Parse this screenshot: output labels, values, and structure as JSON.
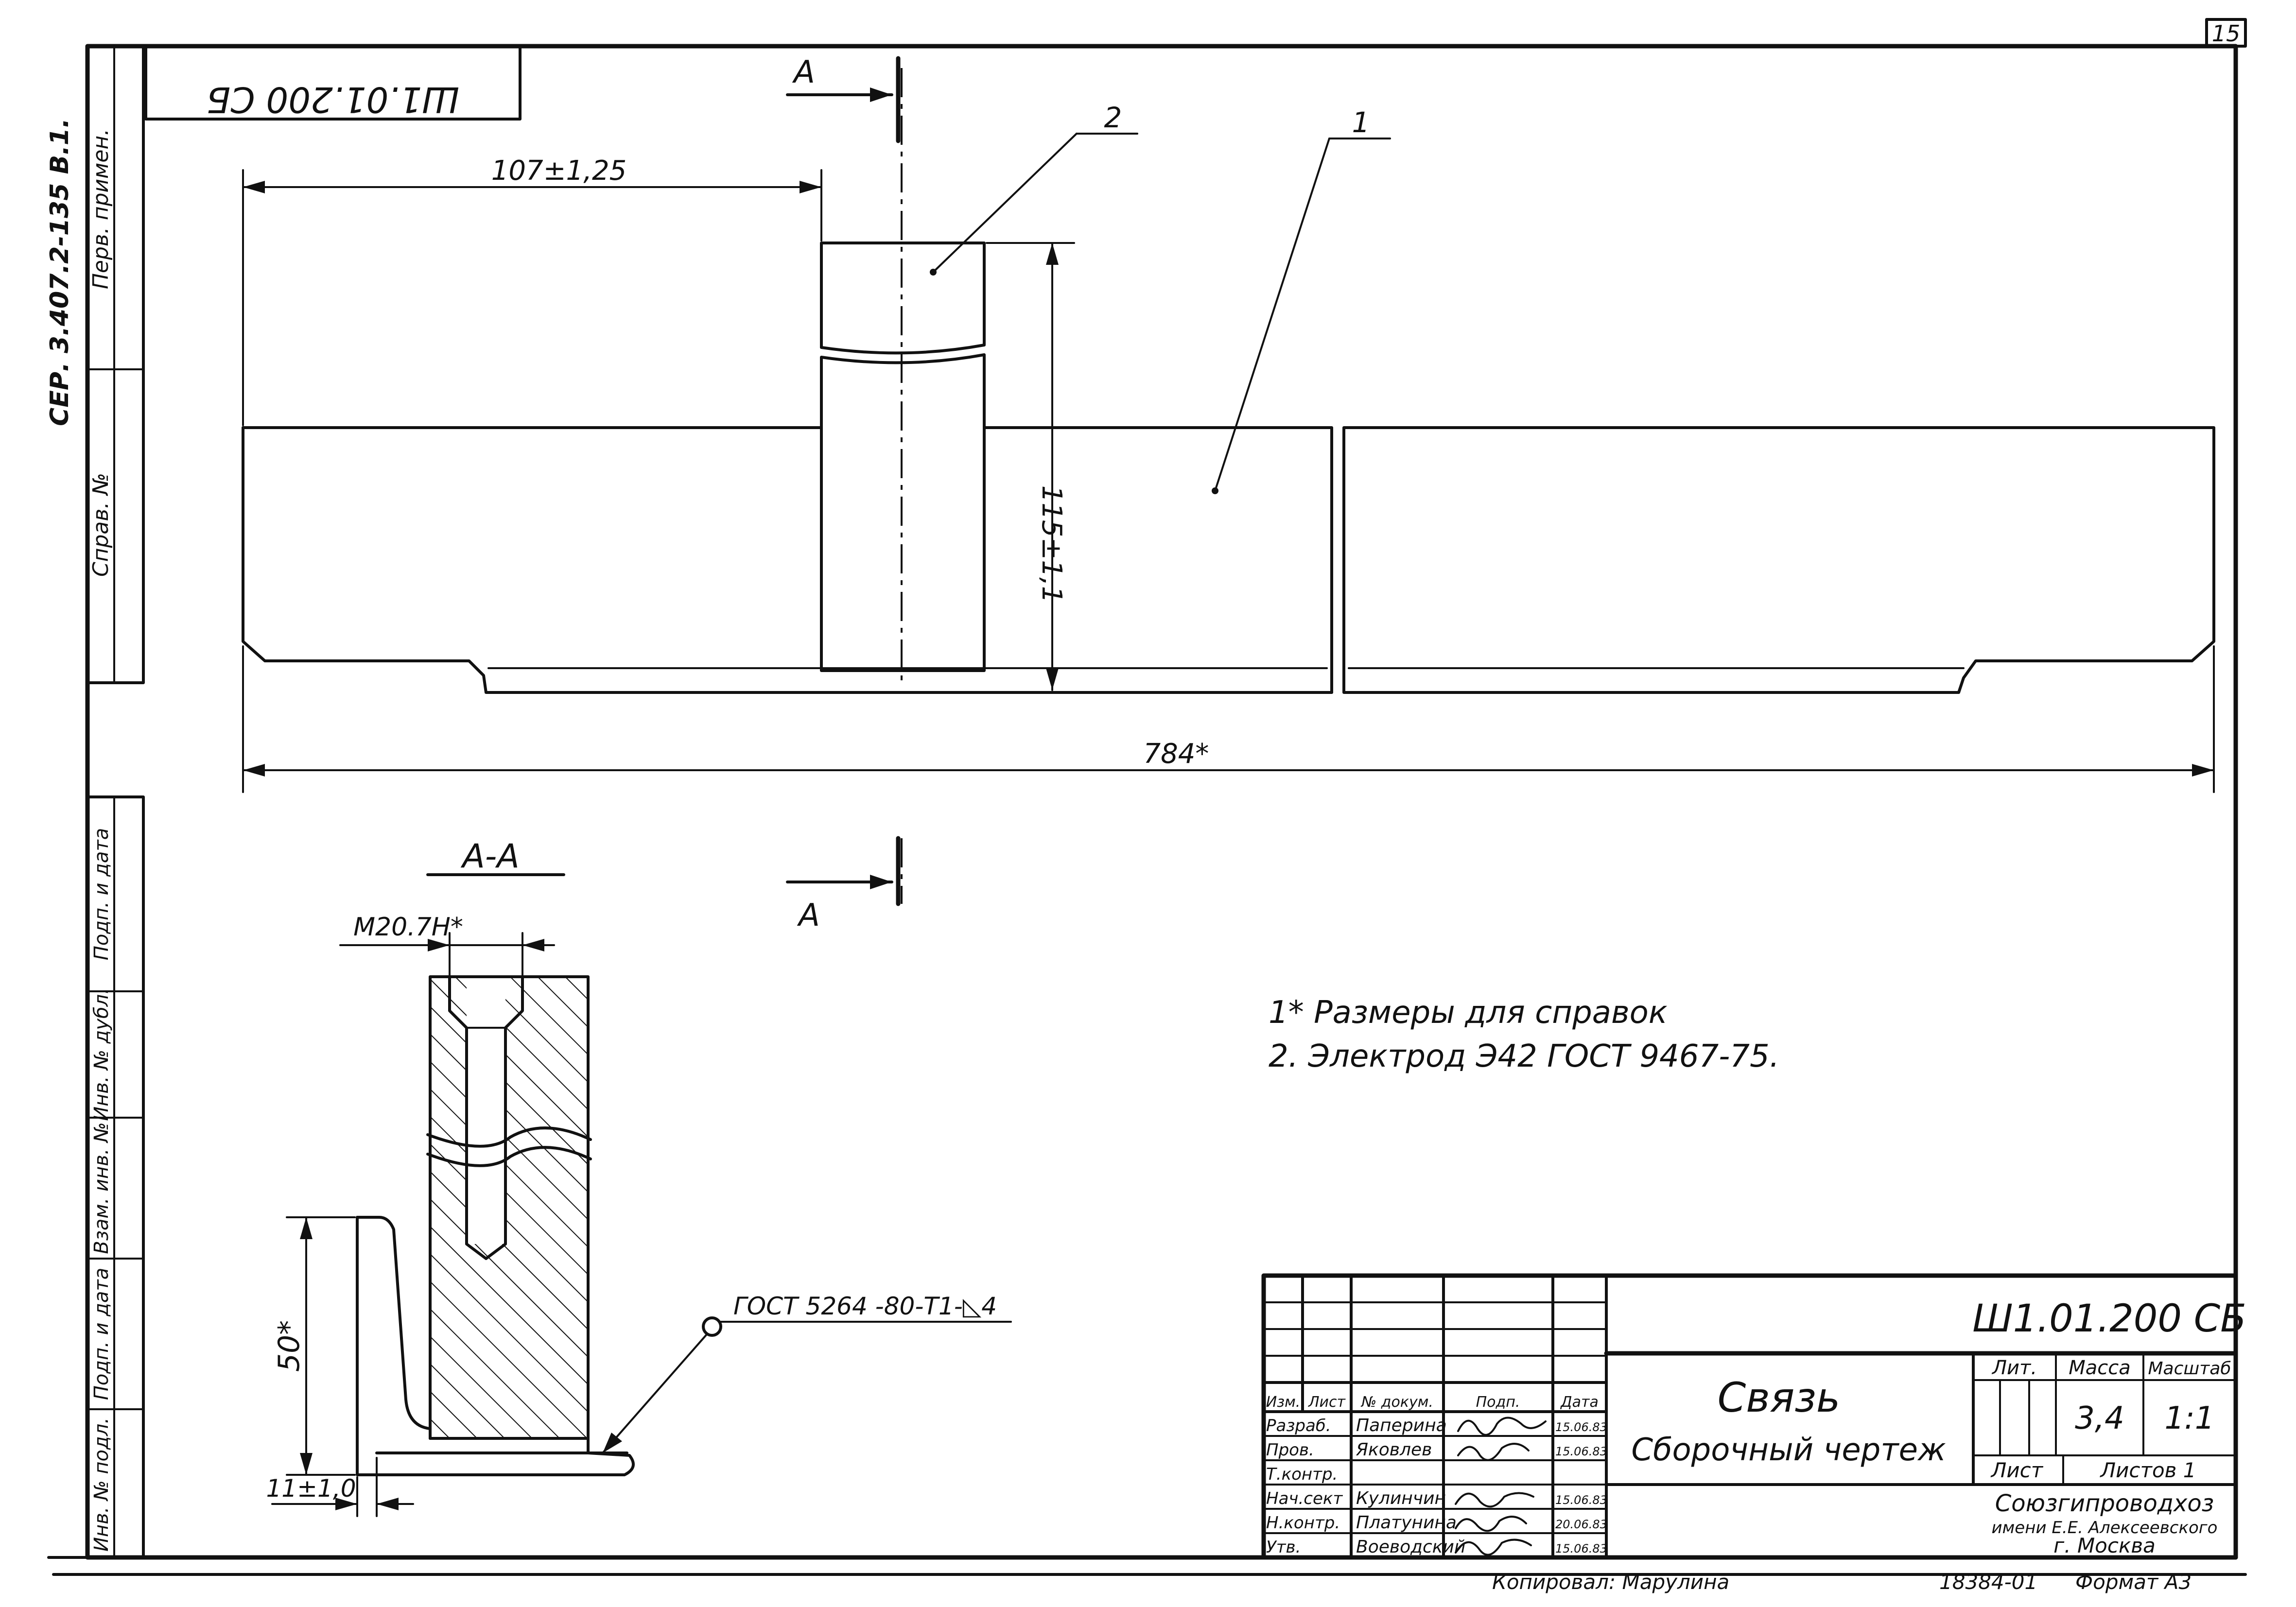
{
  "sheet": {
    "sheet_number": "15",
    "designation": "Ш1.01.200 СБ",
    "designation_mirrored": "Ш1.01.200 СБ"
  },
  "side_column": {
    "series": "СЕР. 3.407.2-135 В.1.",
    "first_use": "Перв. примен.",
    "ref_no": "Справ. №",
    "sign_date_1": "Подп. и дата",
    "inv_dup": "Инв. № дубл.",
    "replace_inv": "Взам. инв. №",
    "sign_date_2": "Подп. и дата",
    "inv_orig": "Инв. № подл."
  },
  "main_view": {
    "dim_107": "107±1,25",
    "dim_115": "115±1,1",
    "dim_784": "784*",
    "pos_1": "1",
    "pos_2": "2",
    "section_label_top": "А",
    "section_label_bottom": "А"
  },
  "section_view": {
    "title": "А-А",
    "thread": "М20.7Н*",
    "dim_50": "50*",
    "dim_11": "11±1,0",
    "weld": "ГОСТ 5264 -80-Т1-◺4"
  },
  "notes": [
    "1* Размеры для справок",
    "2. Электрод Э42 ГОСТ 9467-75."
  ],
  "title_block": {
    "designation": "Ш1.01.200 СБ",
    "name": "Связь",
    "doc_type": "Сборочный чертеж",
    "col_headers": [
      "Изм.",
      "Лист",
      "№ докум.",
      "Подп.",
      "Дата"
    ],
    "rows": [
      {
        "role": "Разраб.",
        "name": "Паперина",
        "date": "15.06.83"
      },
      {
        "role": "Пров.",
        "name": "Яковлев",
        "date": "15.06.83"
      },
      {
        "role": "Т.контр.",
        "name": "",
        "date": ""
      },
      {
        "role": "Нач.сект",
        "name": "Кулинчин",
        "date": "15.06.83"
      },
      {
        "role": "Н.контр.",
        "name": "Платунина",
        "date": "20.06.83"
      },
      {
        "role": "Утв.",
        "name": "Воеводский",
        "date": "15.06.83"
      }
    ],
    "lit_header": "Лит.",
    "mass_header": "Масса",
    "scale_header": "Масштаб",
    "mass": "3,4",
    "scale": "1:1",
    "sheet_label": "Лист",
    "sheets_label": "Листов 1",
    "org_line1": "Союзгипроводхоз",
    "org_line2": "имени Е.Е. Алексеевского",
    "org_line3": "г. Москва"
  },
  "footer": {
    "copied": "Копировал: Марулина",
    "inv_no": "18384-01",
    "format": "Формат А3"
  }
}
